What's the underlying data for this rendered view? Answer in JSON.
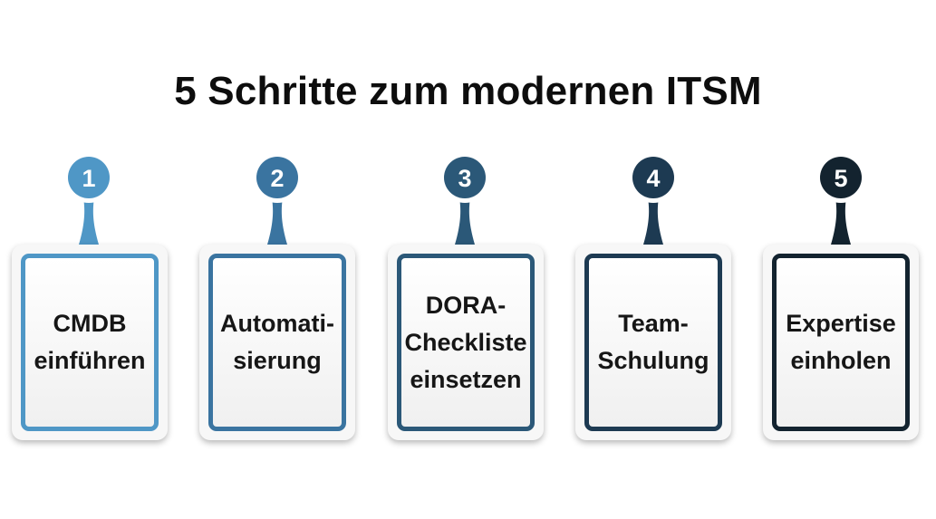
{
  "title": "5 Schritte zum modernen ITSM",
  "steps": [
    {
      "number": "1",
      "text": "CMDB\neinführen",
      "color": "#4f97c6"
    },
    {
      "number": "2",
      "text": "Automati-\nsierung",
      "color": "#3a74a0"
    },
    {
      "number": "3",
      "text": "DORA-\nCheckliste\neinsetzen",
      "color": "#2b5878"
    },
    {
      "number": "4",
      "text": "Team-\nSchulung",
      "color": "#1d3a52"
    },
    {
      "number": "5",
      "text": "Expertise\neinholen",
      "color": "#13232f"
    }
  ]
}
